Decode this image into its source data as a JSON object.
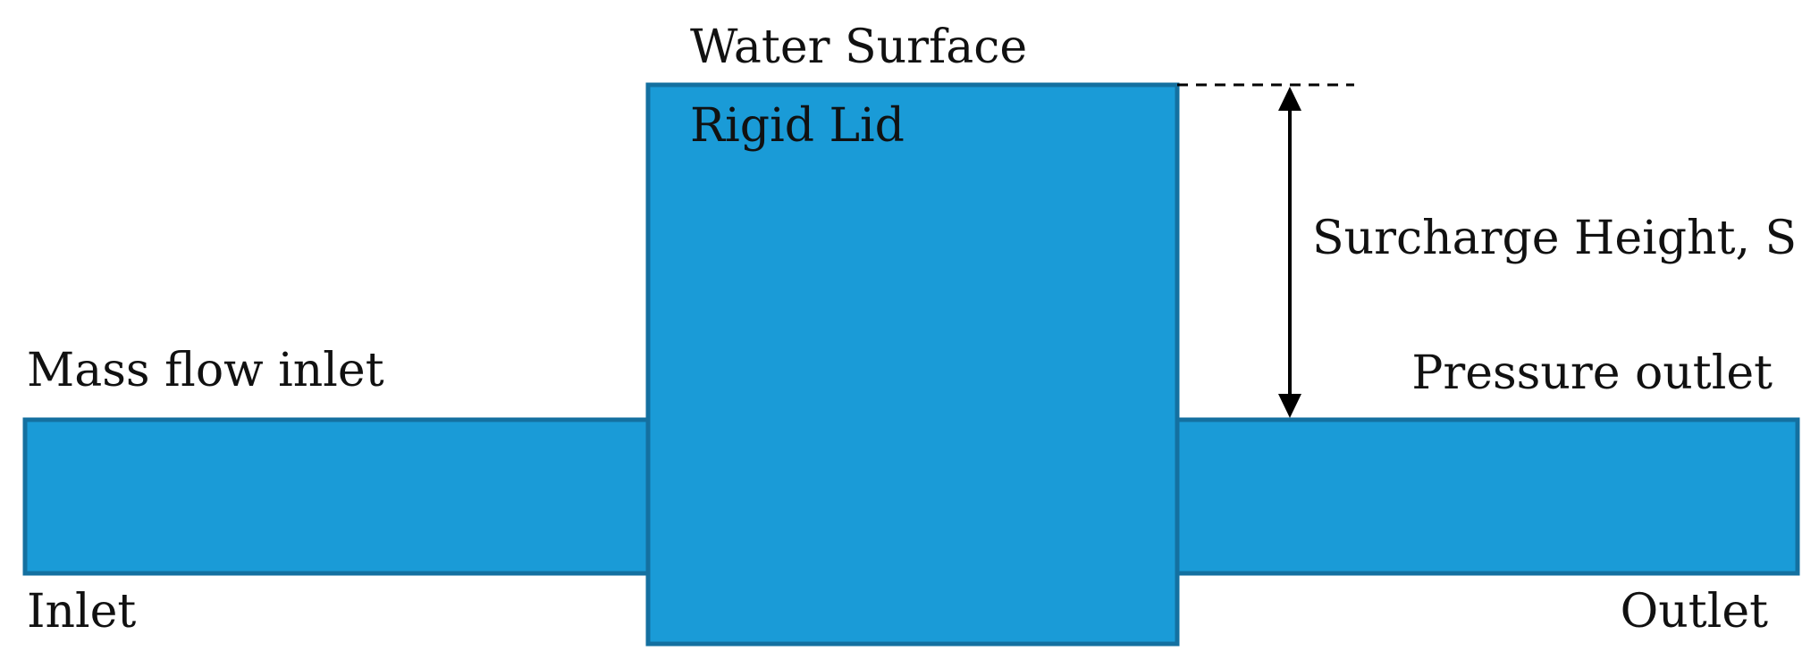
{
  "labels": {
    "water_surface": "Water Surface",
    "rigid_lid": "Rigid Lid",
    "surcharge_height": "Surcharge Height, S",
    "mass_flow_inlet": "Mass flow inlet",
    "pressure_outlet": "Pressure outlet",
    "inlet": "Inlet",
    "outlet": "Outlet"
  },
  "colors": {
    "water_fill": "#1a9bd7",
    "water_stroke": "#1470a0",
    "line": "#000000",
    "text": "#111111"
  }
}
